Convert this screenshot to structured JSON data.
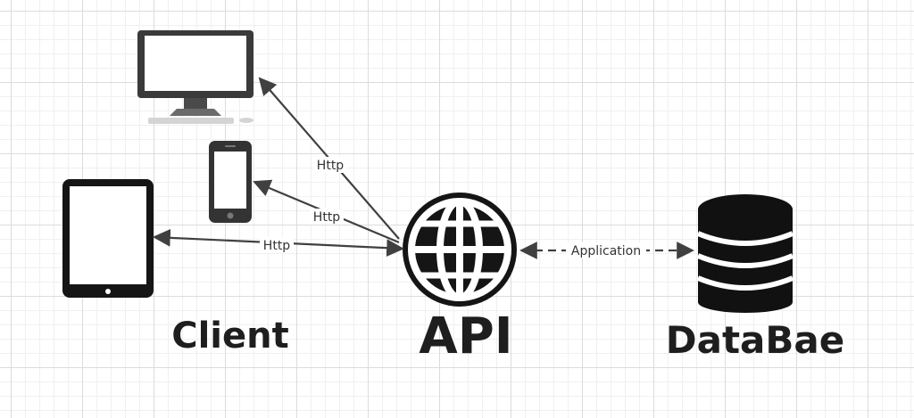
{
  "nodes": {
    "client": {
      "label": "Client"
    },
    "api": {
      "label": "API"
    },
    "database": {
      "label": "DataBae"
    }
  },
  "edges": [
    {
      "from": "api",
      "to": "desktop",
      "label": "Http",
      "style": "solid",
      "direction": "to"
    },
    {
      "from": "api",
      "to": "phone",
      "label": "Http",
      "style": "solid",
      "direction": "to"
    },
    {
      "from": "api",
      "to": "tablet",
      "label": "Http",
      "style": "solid",
      "direction": "both"
    },
    {
      "from": "api",
      "to": "database",
      "label": "Application",
      "style": "dashed",
      "direction": "both"
    }
  ],
  "colors": {
    "line": "#404040",
    "device": "#1a1a1a",
    "grid": "#dcdcdc"
  },
  "icons": [
    "desktop-icon",
    "phone-icon",
    "tablet-icon",
    "globe-icon",
    "database-icon"
  ]
}
